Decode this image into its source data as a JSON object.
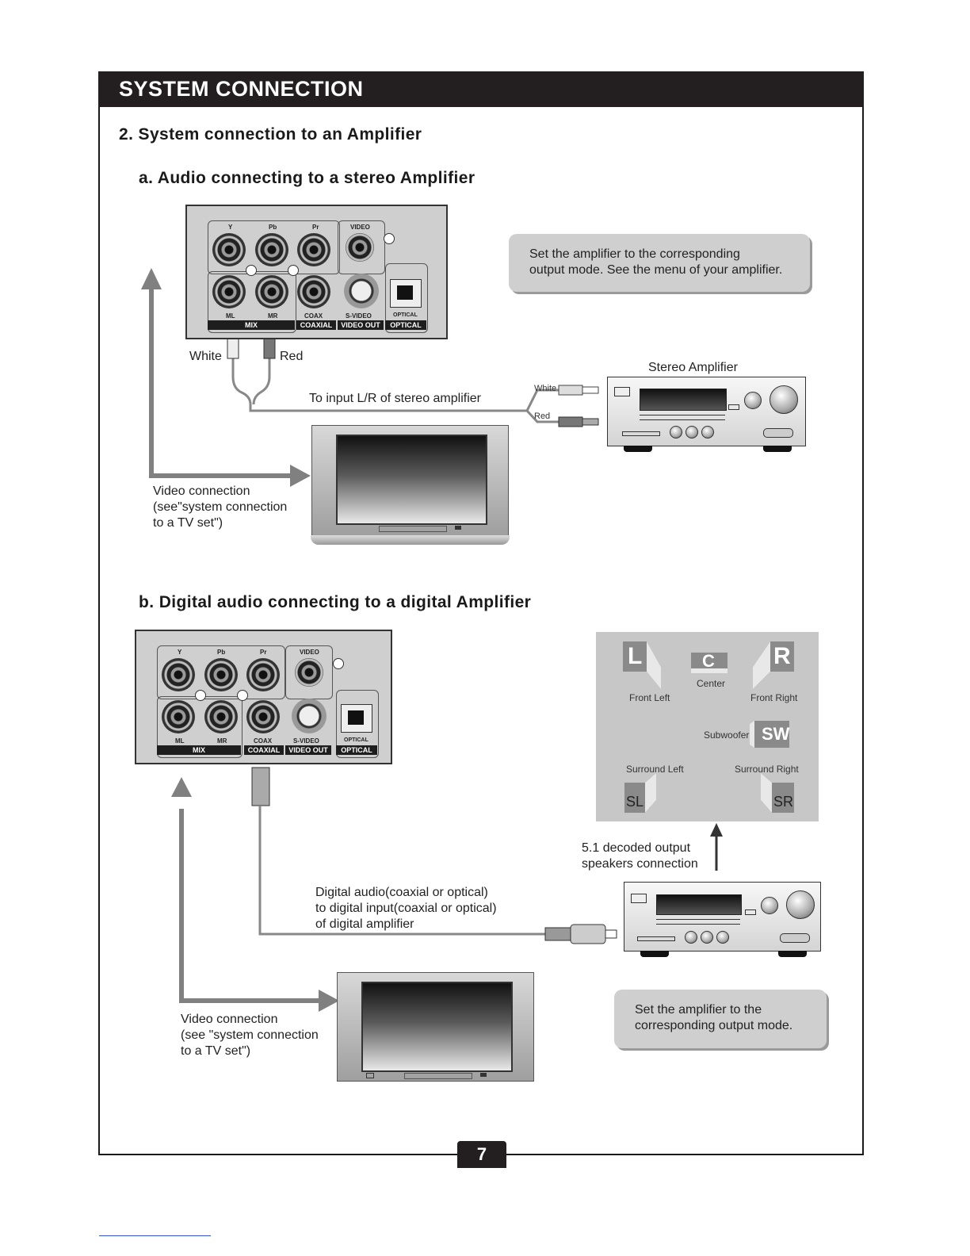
{
  "header": {
    "title": "SYSTEM CONNECTION"
  },
  "section": {
    "title": "2. System connection to an  Amplifier"
  },
  "part_a": {
    "title": "a. Audio connecting to a stereo Amplifier",
    "panel_labels": {
      "y": "Y",
      "pb": "Pb",
      "pr": "Pr",
      "video": "VIDEO",
      "ml": "ML",
      "mr": "MR",
      "coax": "COAX",
      "svideo": "S-VIDEO",
      "optical_small": "OPTICAL",
      "mix": "MIX",
      "coaxial": "COAXIAL",
      "video_out": "VIDEO OUT",
      "optical": "OPTICAL"
    },
    "cable_white": "White",
    "cable_red": "Red",
    "plug_white": "White",
    "plug_red": "Red",
    "cable_note": "To input L/R of stereo amplifier",
    "amp_label": "Stereo Amplifier",
    "note_line1": "Set the amplifier to the corresponding",
    "note_line2": "output mode. See the menu of your amplifier.",
    "video_line1": "Video connection",
    "video_line2": "(see\"system connection",
    "video_line3": "to a TV set\")"
  },
  "part_b": {
    "title": "b. Digital audio connecting to a digital Amplifier",
    "panel_labels": {
      "y": "Y",
      "pb": "Pb",
      "pr": "Pr",
      "video": "VIDEO",
      "ml": "ML",
      "mr": "MR",
      "coax": "COAX",
      "svideo": "S-VIDEO",
      "optical_small": "OPTICAL",
      "mix": "MIX",
      "coaxial": "COAXIAL",
      "video_out": "VIDEO OUT",
      "optical": "OPTICAL"
    },
    "speakers": {
      "l": "L",
      "c": "C",
      "r": "R",
      "sw": "SW",
      "sl": "SL",
      "sr": "SR",
      "front_left": "Front Left",
      "center": "Center",
      "front_right": "Front Right",
      "subwoofer": "Subwoofer",
      "surround_left": "Surround Left",
      "surround_right": "Surround Right"
    },
    "decoded_line1": "5.1 decoded output",
    "decoded_line2": "speakers connection",
    "digital_line1": "Digital audio(coaxial or optical)",
    "digital_line2": "to digital input(coaxial or optical)",
    "digital_line3": "of digital amplifier",
    "note_line1": "Set the amplifier to the",
    "note_line2": "corresponding output mode.",
    "video_line1": "Video connection",
    "video_line2": "(see \"system connection",
    "video_line3": "to a TV set\")"
  },
  "page_number": "7"
}
